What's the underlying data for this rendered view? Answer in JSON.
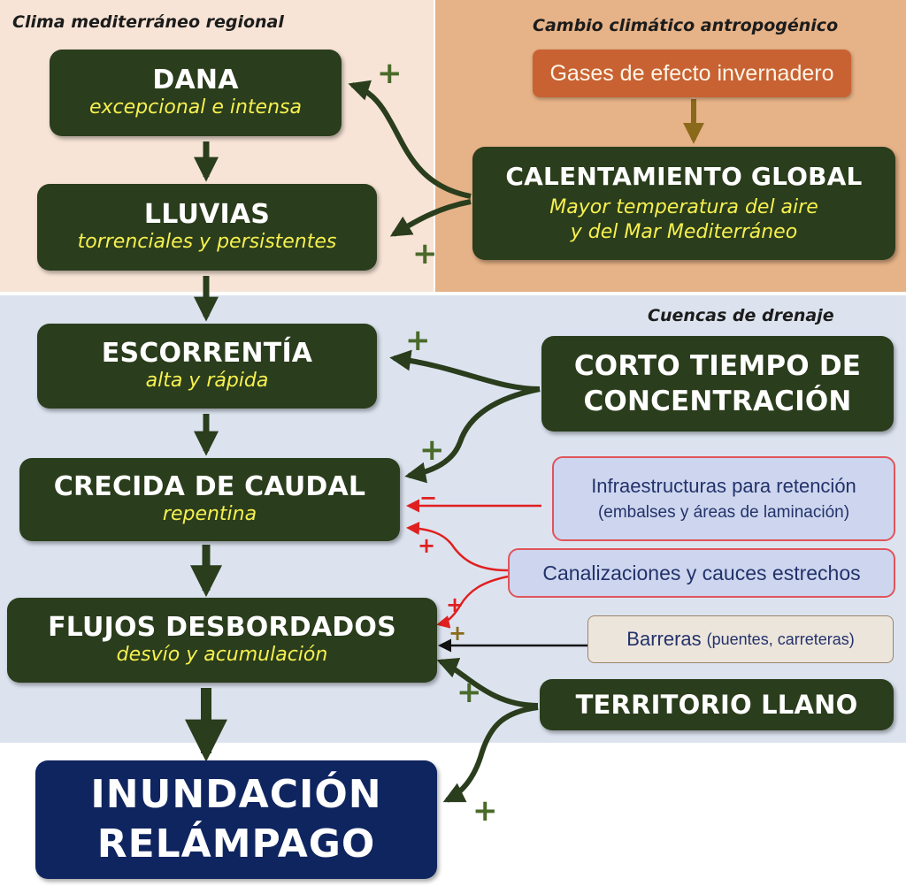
{
  "regions": {
    "clima": "Clima mediterráneo regional",
    "cambio": "Cambio climático antropogénico",
    "cuencas": "Cuencas de drenaje"
  },
  "boxes": {
    "dana": {
      "title": "DANA",
      "sub": "excepcional e intensa"
    },
    "lluvias": {
      "title": "LLUVIAS",
      "sub": "torrenciales y persistentes"
    },
    "gases": {
      "title": "Gases de efecto invernadero"
    },
    "calentamiento": {
      "title": "CALENTAMIENTO GLOBAL",
      "sub1": "Mayor temperatura del aire",
      "sub2": "y del Mar Mediterráneo"
    },
    "escorrentia": {
      "title": "ESCORRENTÍA",
      "sub": "alta y rápida"
    },
    "corto": {
      "line1": "CORTO TIEMPO DE",
      "line2": "CONCENTRACIÓN"
    },
    "crecida": {
      "title": "CRECIDA DE CAUDAL",
      "sub": "repentina"
    },
    "infra": {
      "line1": "Infraestructuras para retención",
      "line2": "(embalses y áreas de laminación)"
    },
    "canal": {
      "title": "Canalizaciones y cauces estrechos"
    },
    "flujos": {
      "title": "FLUJOS DESBORDADOS",
      "sub": "desvío y acumulación"
    },
    "barreras": {
      "main": "Barreras",
      "detail": "(puentes, carreteras)"
    },
    "territorio": {
      "title": "TERRITORIO LLANO"
    },
    "inundacion": {
      "line1": "INUNDACIÓN",
      "line2": "RELÁMPAGO"
    }
  },
  "signs": {
    "plus": "+",
    "minus": "−"
  },
  "colors": {
    "dark_green": "#2a3d1c",
    "yellow_text": "#f6f050",
    "navy": "#0f2560",
    "clima_bg": "#f7e4d6",
    "cambio_bg": "#e6b287",
    "cuencas_bg": "#dce3ef",
    "gases_bg": "#c86232",
    "red": "#e02020"
  }
}
